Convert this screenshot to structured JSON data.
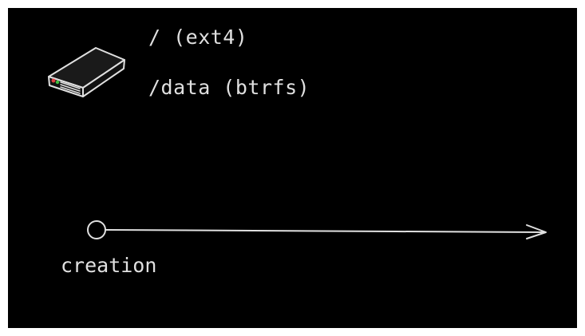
{
  "diagram": {
    "mounts": [
      {
        "label": "/ (ext4)"
      },
      {
        "label": "/data (btrfs)"
      }
    ],
    "timeline": {
      "start_label": "creation"
    },
    "icons": {
      "drive": "hard-drive-icon"
    },
    "colors": {
      "background": "#000000",
      "stroke": "#e0e0e0",
      "led_red": "#e04040",
      "led_green": "#40c040"
    }
  }
}
